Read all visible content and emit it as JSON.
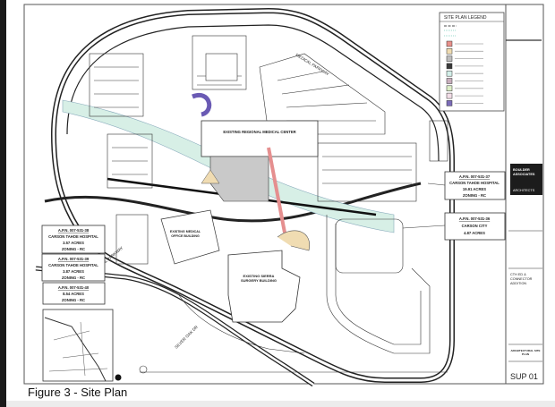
{
  "caption": "Figure 3 - Site Plan",
  "legend": {
    "title": "SITE PLAN LEGEND",
    "swatch_colors": [
      "#e8908a",
      "#f0dcb2",
      "#bdbdbd",
      "#3a3a3a",
      "#d3efe9",
      "#c8aebc",
      "#ddeec8",
      "#f2dde7",
      "#7b6bb8"
    ]
  },
  "labels": {
    "main_building": "EXISTING REGIONAL MEDICAL CENTER",
    "surgery_building_1": "EXISTING SIERRA",
    "surgery_building_2": "SURGERY BUILDING",
    "office_building_1": "EXISTING MEDICAL",
    "office_building_2": "OFFICE BUILDING",
    "road_top": "MEDICAL PARKWAY",
    "road_left": "MEDICAL PARKWAY",
    "road_bottom": "SILVER OAK DR"
  },
  "parcels": {
    "p38": {
      "apn": "A.P.N. 007-531-38",
      "owner": "CARSON TAHOE HOSPITAL",
      "acres": "3.57 ACRES",
      "zoning": "ZONING - RC"
    },
    "p39": {
      "apn": "A.P.N. 007-531-39",
      "owner": "CARSON TAHOE HOSPITAL",
      "acres": "3.87 ACRES",
      "zoning": "ZONING - RC"
    },
    "p40": {
      "apn": "A.P.N. 007-531-40",
      "acres": "8.54 ACRES",
      "zoning": "ZONING - RC"
    },
    "p37": {
      "apn": "A.P.N. 007-531-37",
      "owner": "CARSON TAHOE HOSPITAL",
      "acres": "19.91 ACRES",
      "zoning": "ZONING - RC"
    },
    "p36": {
      "apn": "A.P.N. 007-531-36",
      "owner": "CARSON CITY",
      "acres": "4.87 ACRES"
    }
  },
  "title_block": {
    "firm_1": "BOULDER",
    "firm_2": "ASSOCIATES",
    "firm_3": "ARCHITECTS",
    "project_1": "CTH ED &",
    "project_2": "CONNECTOR",
    "project_3": "ADDITION",
    "sheet_title_1": "ARCHITECTURAL SITE",
    "sheet_title_2": "PLAN",
    "sheet_number": "SUP 01"
  }
}
